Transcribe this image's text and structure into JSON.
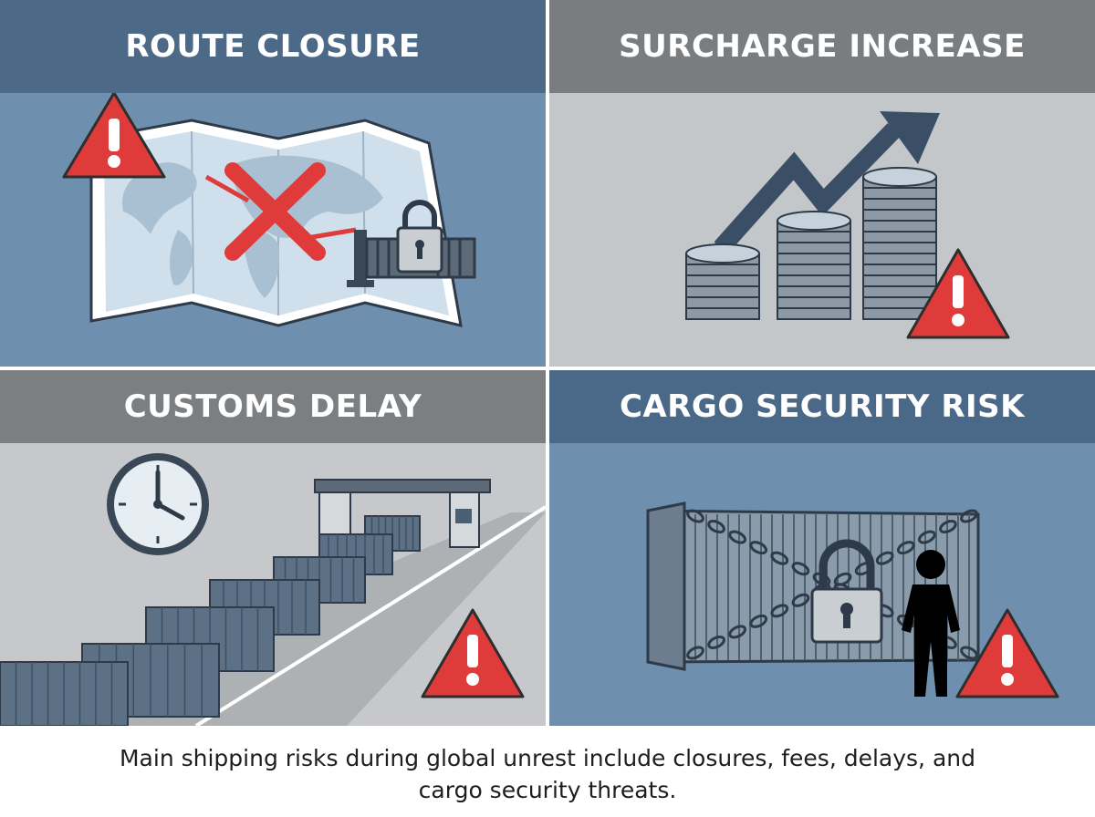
{
  "panels": {
    "route_closure": {
      "title": "ROUTE CLOSURE",
      "accent": "#e03b3b"
    },
    "surcharge_increase": {
      "title": "SURCHARGE INCREASE",
      "accent": "#e03b3b"
    },
    "customs_delay": {
      "title": "CUSTOMS DELAY",
      "accent": "#e03b3b"
    },
    "cargo_security_risk": {
      "title": "CARGO SECURITY RISK",
      "accent": "#e03b3b"
    }
  },
  "caption": "Main shipping risks during global unrest include closures, fees, delays, and cargo security threats.",
  "icons": [
    "warning-icon",
    "map-icon",
    "cross-icon",
    "padlock-icon",
    "gate-icon",
    "trend-arrow-icon",
    "coin-stack-icon",
    "clock-icon",
    "container-icon",
    "chain-icon",
    "person-silhouette-icon"
  ],
  "colors": {
    "warning_red": "#e03b3b",
    "dark_blue": "#4c6a88",
    "grey": "#7a7d80"
  }
}
